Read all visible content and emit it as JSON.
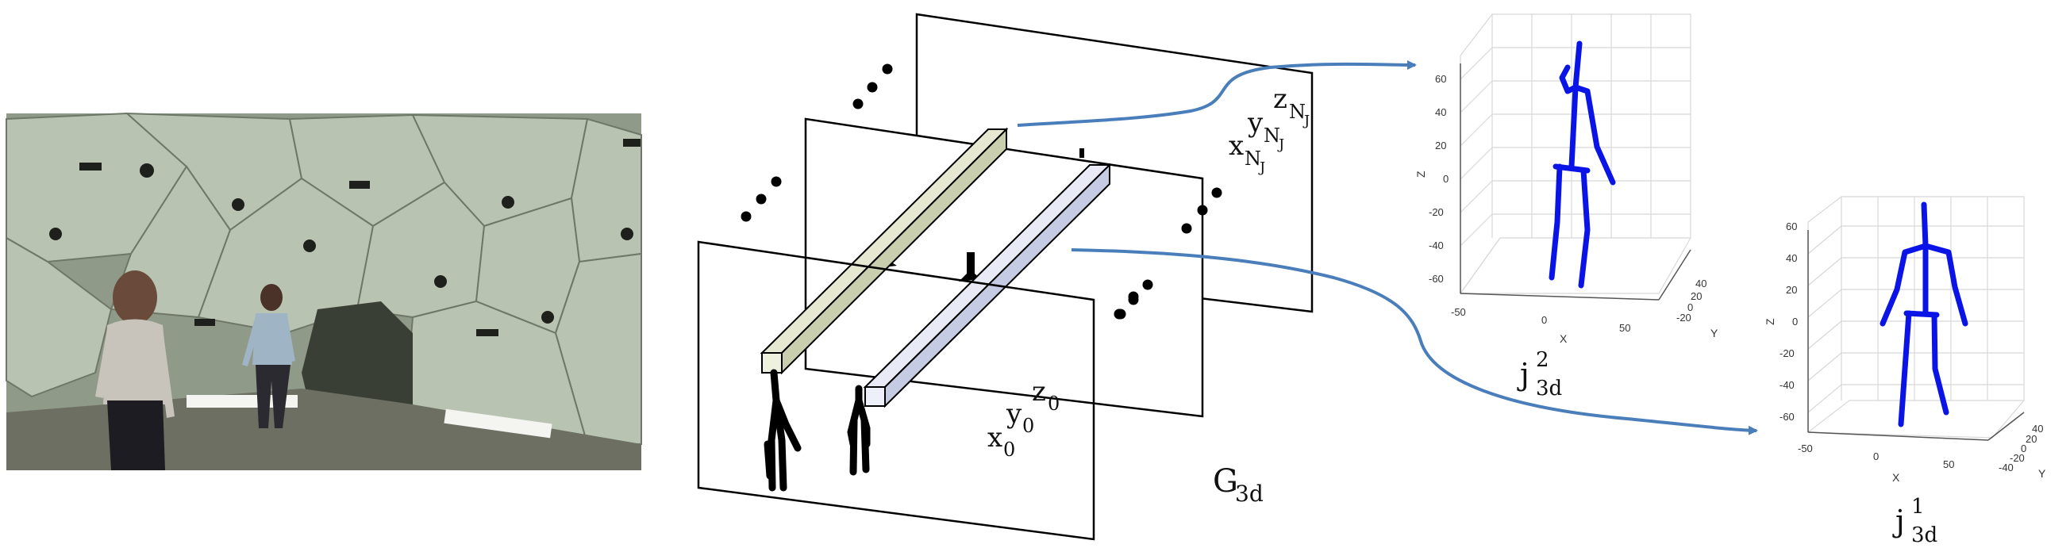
{
  "panel_left": {
    "description_icon": "photo-capture-dome"
  },
  "grid_labels": {
    "front": {
      "x": "x",
      "x_sub": "0",
      "y": "y",
      "y_sub": "0",
      "z": "z",
      "z_sub": "0"
    },
    "back": {
      "x": "x",
      "x_sub": "N",
      "x_subsub": "J",
      "y": "y",
      "y_sub": "N",
      "y_subsub": "J",
      "z": "z",
      "z_sub": "N",
      "z_subsub": "J"
    }
  },
  "volume_label": {
    "main": "G",
    "sub": "3d"
  },
  "skeleton_top": {
    "label_main": "j",
    "label_sup": "2",
    "label_sub": "3d"
  },
  "skeleton_bottom": {
    "label_main": "j",
    "label_sup": "1",
    "label_sub": "3d"
  },
  "plot_top": {
    "z_label": "Z",
    "x_label": "X",
    "y_label": "Y",
    "z_ticks": [
      "60",
      "40",
      "20",
      "0",
      "-20",
      "-40",
      "-60"
    ],
    "x_ticks": [
      "-50",
      "0",
      "50"
    ],
    "y_ticks": [
      "40",
      "20",
      "0",
      "-20"
    ]
  },
  "plot_bottom": {
    "z_label": "Z",
    "x_label": "X",
    "y_label": "Y",
    "z_ticks": [
      "60",
      "40",
      "20",
      "0",
      "-20",
      "-40",
      "-60"
    ],
    "x_ticks": [
      "-50",
      "0",
      "50"
    ],
    "y_ticks": [
      "40",
      "20",
      "0",
      "-20",
      "-40"
    ]
  },
  "colors": {
    "skeleton": "#0a14e6",
    "arrow": "#4a7ebb",
    "silhouette": "#000000"
  }
}
